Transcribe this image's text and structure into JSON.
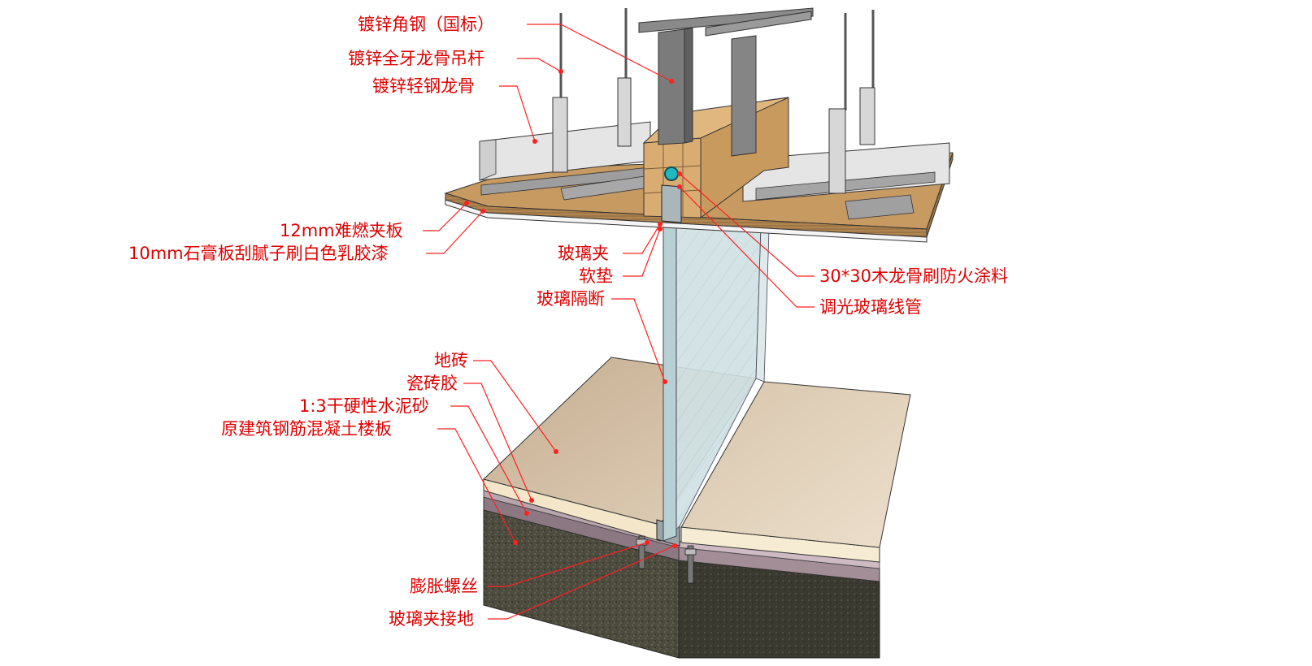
{
  "labels": {
    "angle_steel": "镀锌角钢（国标）",
    "hanger_rod": "镀锌全牙龙骨吊杆",
    "light_keel": "镀锌轻钢龙骨",
    "plywood": "12mm难燃夹板",
    "gypsum": "10mm石膏板刮腻子刷白色乳胶漆",
    "glass_clip": "玻璃夹",
    "soft_pad": "软垫",
    "glass_partition": "玻璃隔断",
    "wood_keel": "30*30木龙骨刷防火涂料",
    "conduit": "调光玻璃线管",
    "floor_tile": "地砖",
    "tile_adhesive": "瓷砖胶",
    "mortar": "1:3干硬性水泥砂",
    "slab": "原建筑钢筋混凝土楼板",
    "anchor_bolt": "膨胀螺丝",
    "glass_clip_floor": "玻璃夹接地"
  },
  "colors": {
    "label_text": "#e00000",
    "leader_line": "#ff2020",
    "wood": "#d2a469",
    "steel": "#8e8e8e",
    "glass": "#c9dde2",
    "tile": "#d8c4a8",
    "concrete": "#4a4a3c"
  }
}
